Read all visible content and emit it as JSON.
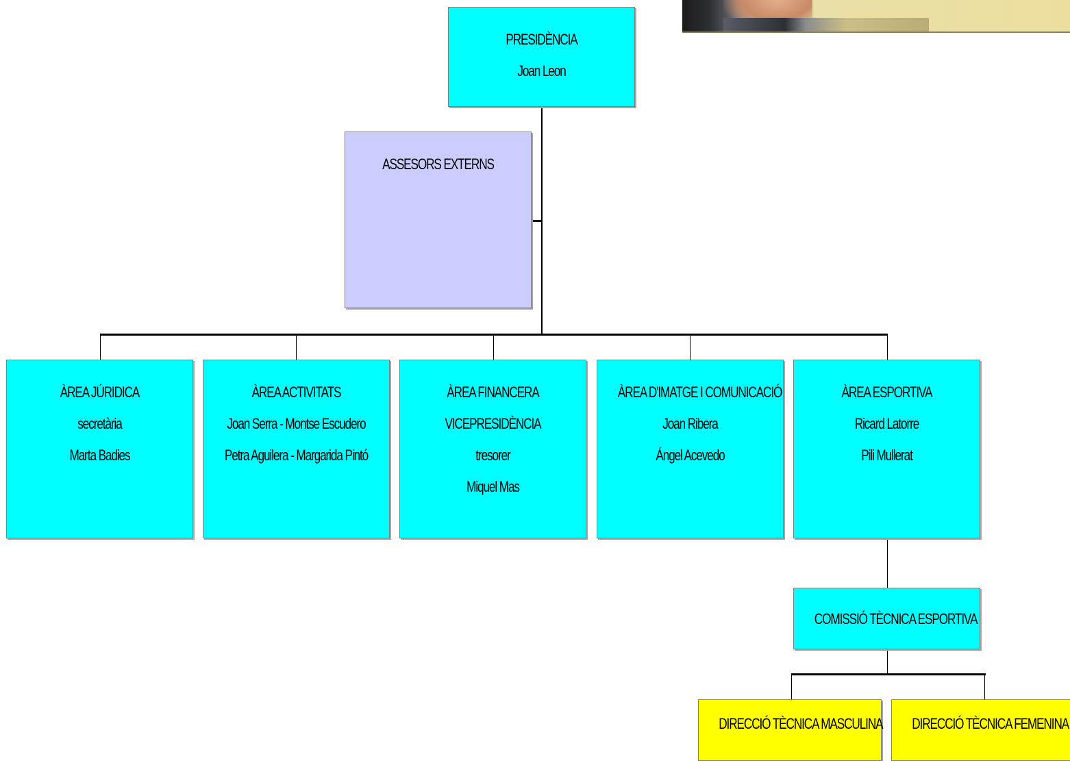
{
  "photo": {
    "icon": "person-photo"
  },
  "presidencia": {
    "title": "PRESIDÈNCIA",
    "name": "Joan Leon"
  },
  "assessors": {
    "title": "ASSESORS EXTERNS"
  },
  "areas": [
    {
      "lines": [
        "ÀREA JÚRIDICA",
        "secretària",
        "Marta Badies"
      ]
    },
    {
      "lines": [
        "ÀREA ACTIVITATS",
        "Joan Serra - Montse Escudero",
        "Petra Aguilera - Margarida Pintó"
      ]
    },
    {
      "lines": [
        "ÀREA FINANCERA",
        "VICEPRESIDÈNCIA",
        "tresorer",
        "Miquel Mas"
      ]
    },
    {
      "lines": [
        "ÀREA D'IMATGE I COMUNICACIÓ",
        "Joan Ribera",
        "Ángel Acevedo"
      ]
    },
    {
      "lines": [
        "ÀREA ESPORTIVA",
        "Ricard Latorre",
        "Pili Mullerat"
      ]
    }
  ],
  "comissio": {
    "title": "COMISSIÓ TÈCNICA ESPORTIVA"
  },
  "direccio": {
    "masculina": "DIRECCIÓ TÈCNICA MASCULINA",
    "femenina": "DIRECCIÓ TÈCNICA FEMENINA"
  },
  "colors": {
    "primary_box": "#00ffff",
    "advisors_box": "#ccccff",
    "direction_box": "#ffff00",
    "connector": "#000000"
  }
}
